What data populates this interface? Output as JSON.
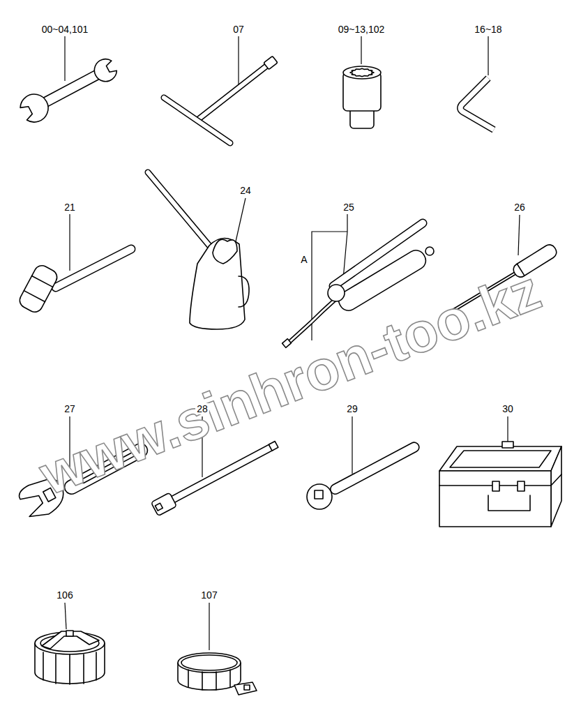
{
  "diagram": {
    "labels": [
      "00~04,101",
      "07",
      "09~13,102",
      "16~18",
      "21",
      "24",
      "25",
      "A",
      "26",
      "27",
      "28",
      "29",
      "30",
      "106",
      "107",
      "www.sinhron-too.kz"
    ]
  }
}
